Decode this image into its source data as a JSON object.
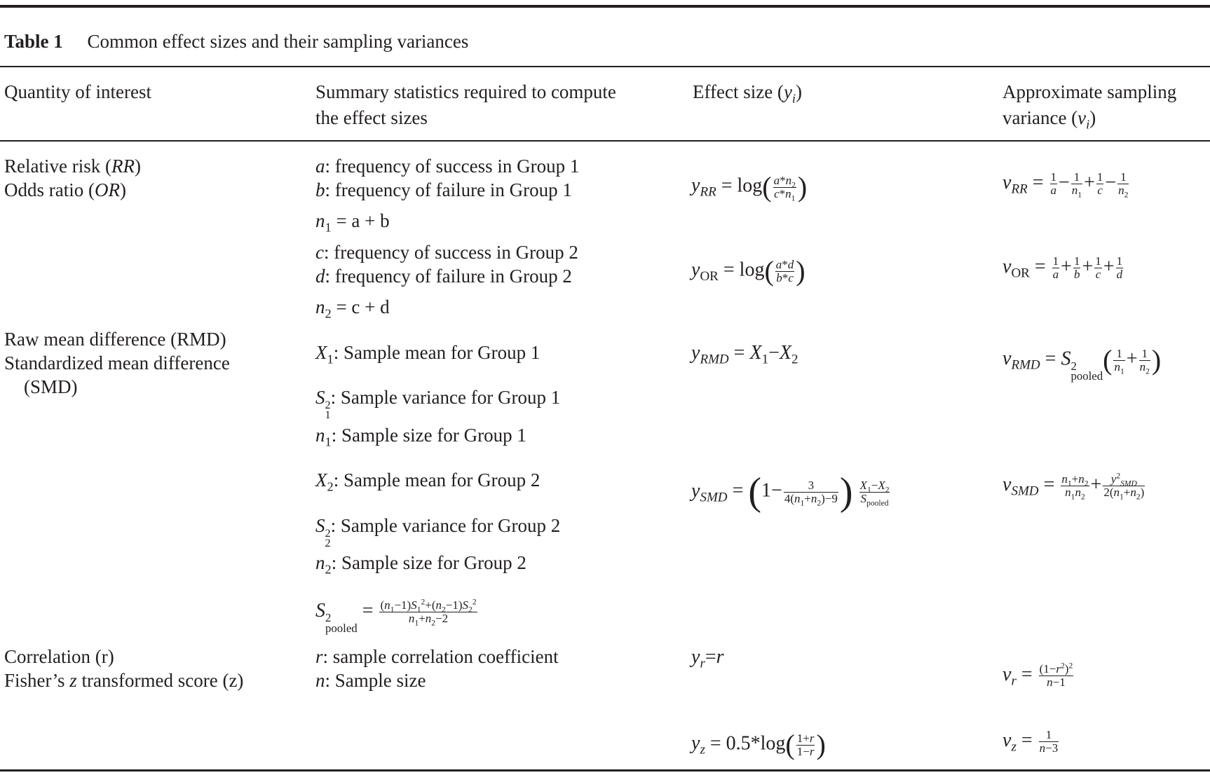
{
  "caption": {
    "label": "Table 1",
    "text": "Common effect sizes and their sampling variances"
  },
  "headers": {
    "col1": "Quantity of interest",
    "col2_line1": "Summary statistics required to compute",
    "col2_line2": "the effect sizes",
    "col3": "Effect size (yi)",
    "col4_line1": "Approximate sampling",
    "col4_line2": "variance (vi)"
  },
  "rows": {
    "binary": {
      "quantities": [
        "Relative risk (RR)",
        "Odds ratio (OR)"
      ],
      "stats": [
        "a: frequency of success in Group 1",
        "b: frequency of failure in Group 1",
        "n1 = a + b",
        "c: frequency of success in Group 2",
        "d: frequency of failure in Group 2",
        "n2 = c + d"
      ],
      "effects": [
        "yRR = log(a*n2 / c*n1)",
        "yOR = log(a*d / b*c)"
      ],
      "variances": [
        "vRR = 1/a − 1/n1 + 1/c − 1/n2",
        "vOR = 1/a + 1/b + 1/c + 1/d"
      ]
    },
    "continuous": {
      "quantities": [
        "Raw mean difference (RMD)",
        "Standardized mean difference",
        "(SMD)"
      ],
      "stats": [
        "X1: Sample mean for Group 1",
        "S1²: Sample variance for Group 1",
        "n1: Sample size for Group 1",
        "X2: Sample mean for Group 2",
        "S2²: Sample variance for Group 2",
        "n2: Sample size for Group 2",
        "S²pooled = ((n1−1)S1² + (n2−1)S2²) / (n1+n2−2)"
      ],
      "effects": [
        "yRMD = X1−X2",
        "ySMD = (1 − 3/(4(n1+n2)−9)) (X1−X2)/Spooled"
      ],
      "variances": [
        "vRMD = S²pooled (1/n1 + 1/n2)",
        "vSMD = (n1+n2)/(n1n2) + y²SMD/(2(n1+n2))"
      ]
    },
    "correlation": {
      "quantities": [
        "Correlation (r)",
        "Fisher’s z transformed score (z)"
      ],
      "stats": [
        "r: sample correlation coefficient",
        "n: Sample size"
      ],
      "effects": [
        "yr = r",
        "yz = 0.5*log((1+r)/(1−r))"
      ],
      "variances": [
        "vr = (1−r²)² / (n−1)",
        "vz = 1/(n−3)"
      ]
    }
  }
}
